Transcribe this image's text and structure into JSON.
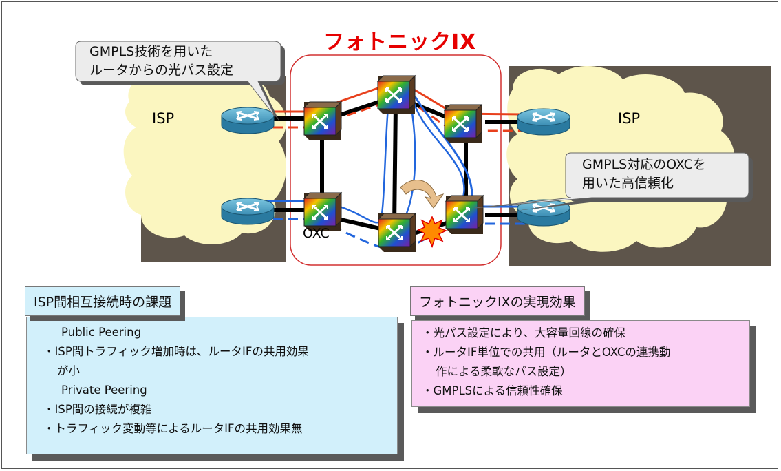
{
  "title": "フォトニックIX",
  "isp_left": "ISP",
  "isp_right": "ISP",
  "oxc_label": "OXC",
  "callout_left": [
    "GMPLS技術を用いた",
    "ルータからの光パス設定"
  ],
  "callout_right": [
    "GMPLS対応のOXCを",
    "用いた高信頼化"
  ],
  "issues": {
    "header": "ISP間相互接続時の課題",
    "lines": [
      "Public Peering",
      "・ISP間トラフィック増加時は、ルータIFの共用効果",
      "が小",
      "Private Peering",
      "・ISP間の接続が複雑",
      "・トラフィック変動等によるルータIFの共用効果無"
    ]
  },
  "benefits": {
    "header": "フォトニックIXの実現効果",
    "lines": [
      "・光パス設定により、大容量回線の確保",
      "・ルータIF単位での共用（ルータとOXCの連携動",
      "作による柔軟なパス設定）",
      "・GMPLSによる信頼性確保"
    ]
  },
  "colors": {
    "title": "#e60000",
    "red_path": "#e8401c",
    "blue_path": "#2266dd",
    "cloud": "#fbf6c0",
    "issues_bg": "#d2f0fb",
    "benefits_bg": "#fbd2f5"
  },
  "icons": [
    "router-icon",
    "oxc-switch-icon",
    "failure-burst-icon",
    "reroute-arrow-icon"
  ]
}
